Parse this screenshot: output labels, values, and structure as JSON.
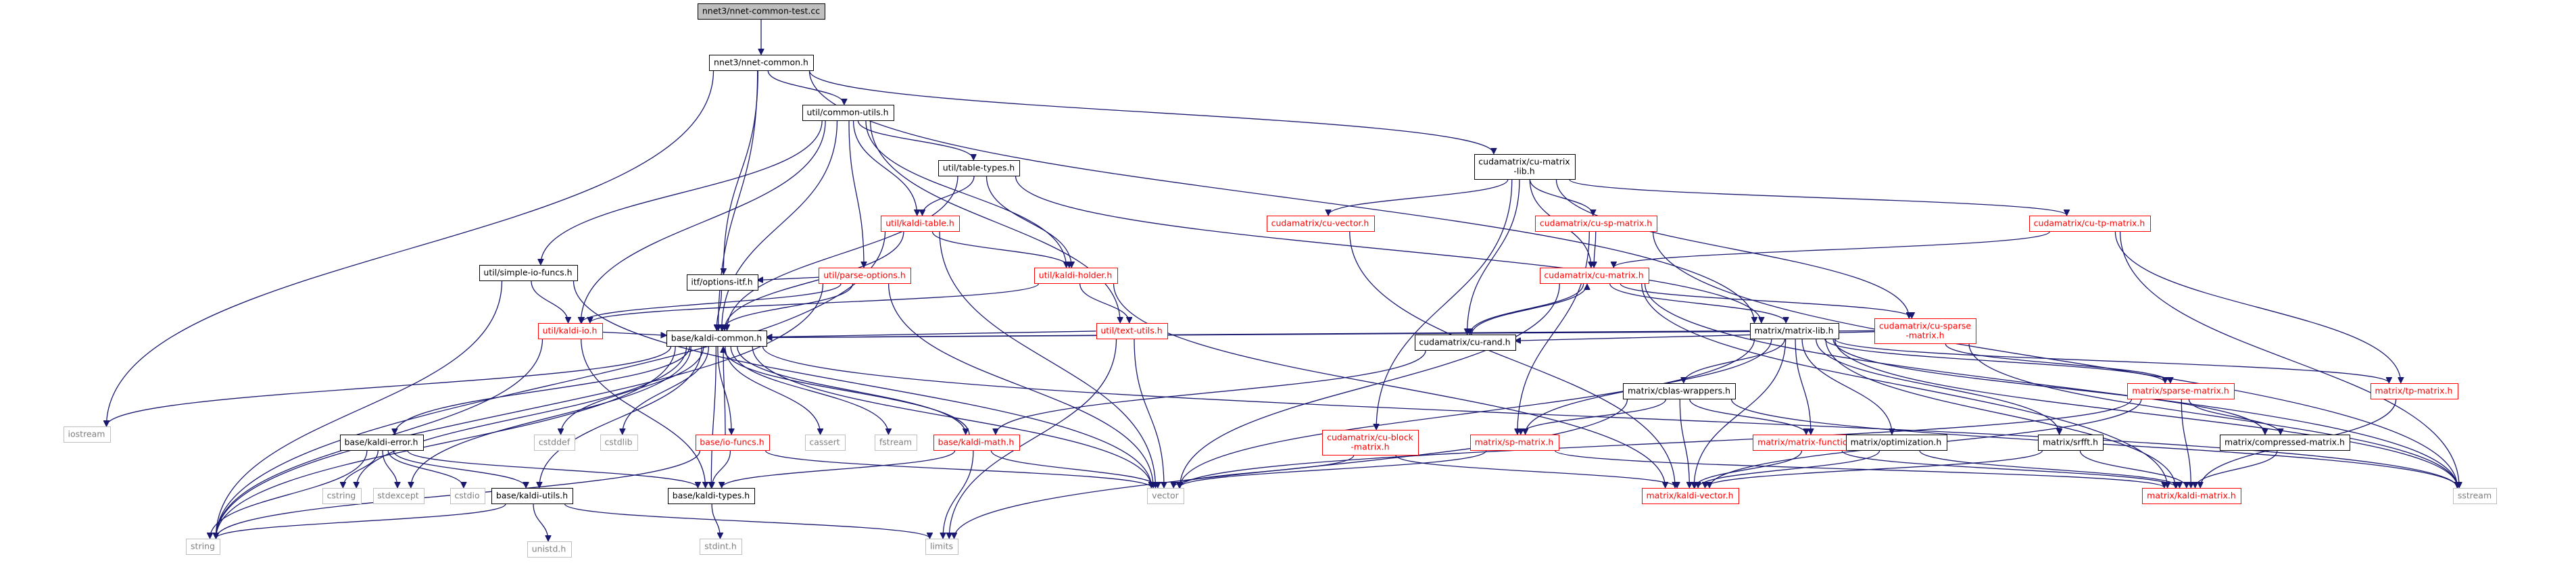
{
  "title": "nnet3/nnet-common-test.cc",
  "colors": {
    "root_fill": "#bfbfbf",
    "node_stroke": "#000000",
    "missing_stroke": "#bfbfbf",
    "linked_stroke": "#ff0000",
    "linked_text": "#ff0000",
    "text": "#000000",
    "muted_text": "#7f7f7f",
    "edge": "#191970"
  },
  "nodes": {
    "root": {
      "label": "nnet3/nnet-common-test.cc",
      "style": "root"
    },
    "nnetcommon": {
      "label": "nnet3/nnet-common.h",
      "style": "plain"
    },
    "iostream": {
      "label": "iostream",
      "style": "missing"
    },
    "commonutils": {
      "label": "util/common-utils.h",
      "style": "plain"
    },
    "kaldicommon": {
      "label": "base/kaldi-common.h",
      "style": "plain"
    },
    "optionsitf": {
      "label": "itf/options-itf.h",
      "style": "plain"
    },
    "cumatrixlib": {
      "label": [
        "cudamatrix/cu-matrix",
        "-lib.h"
      ],
      "style": "plain"
    },
    "simpleio": {
      "label": "util/simple-io-funcs.h",
      "style": "plain"
    },
    "tabletypes": {
      "label": "util/table-types.h",
      "style": "plain"
    },
    "kalditable": {
      "label": "util/kaldi-table.h",
      "style": "linked"
    },
    "parseoptions": {
      "label": "util/parse-options.h",
      "style": "linked"
    },
    "kaldiholder": {
      "label": "util/kaldi-holder.h",
      "style": "linked"
    },
    "kaldiio": {
      "label": "util/kaldi-io.h",
      "style": "linked"
    },
    "texttutils": {
      "label": "util/text-utils.h",
      "style": "linked"
    },
    "cuvector": {
      "label": "cudamatrix/cu-vector.h",
      "style": "linked"
    },
    "cuspmatrix": {
      "label": "cudamatrix/cu-sp-matrix.h",
      "style": "linked"
    },
    "cutpmatrix": {
      "label": "cudamatrix/cu-tp-matrix.h",
      "style": "linked"
    },
    "cumatrix": {
      "label": "cudamatrix/cu-matrix.h",
      "style": "linked"
    },
    "matrixlib": {
      "label": "matrix/matrix-lib.h",
      "style": "plain"
    },
    "cusparse": {
      "label": [
        "cudamatrix/cu-sparse",
        "-matrix.h"
      ],
      "style": "linked"
    },
    "curand": {
      "label": "cudamatrix/cu-rand.h",
      "style": "plain"
    },
    "cblas": {
      "label": "matrix/cblas-wrappers.h",
      "style": "plain"
    },
    "sparsematrix": {
      "label": "matrix/sparse-matrix.h",
      "style": "linked"
    },
    "tpmatrix": {
      "label": "matrix/tp-matrix.h",
      "style": "linked"
    },
    "cublock": {
      "label": [
        "cudamatrix/cu-block",
        "-matrix.h"
      ],
      "style": "linked"
    },
    "spmatrix": {
      "label": "matrix/sp-matrix.h",
      "style": "linked"
    },
    "matrixfunctions": {
      "label": "matrix/matrix-functions.h",
      "style": "linked"
    },
    "optimization": {
      "label": "matrix/optimization.h",
      "style": "plain"
    },
    "srfft": {
      "label": "matrix/srfft.h",
      "style": "plain"
    },
    "compressedmatrix": {
      "label": "matrix/compressed-matrix.h",
      "style": "plain"
    },
    "kaldivector": {
      "label": "matrix/kaldi-vector.h",
      "style": "linked"
    },
    "kaldimatrix": {
      "label": "matrix/kaldi-matrix.h",
      "style": "linked"
    },
    "sstream": {
      "label": "sstream",
      "style": "missing"
    },
    "kaldierror": {
      "label": "base/kaldi-error.h",
      "style": "plain"
    },
    "cstddef": {
      "label": "cstddef",
      "style": "missing"
    },
    "cstdlib": {
      "label": "cstdlib",
      "style": "missing"
    },
    "iofuncs": {
      "label": "base/io-funcs.h",
      "style": "linked"
    },
    "cassert": {
      "label": "cassert",
      "style": "missing"
    },
    "fstream": {
      "label": "fstream",
      "style": "missing"
    },
    "kaldimath": {
      "label": "base/kaldi-math.h",
      "style": "linked"
    },
    "cstring": {
      "label": "cstring",
      "style": "missing"
    },
    "stdexcept": {
      "label": "stdexcept",
      "style": "missing"
    },
    "cstdio": {
      "label": "cstdio",
      "style": "missing"
    },
    "kaldiutils": {
      "label": "base/kaldi-utils.h",
      "style": "plain"
    },
    "kalditypes": {
      "label": "base/kaldi-types.h",
      "style": "plain"
    },
    "vector": {
      "label": "vector",
      "style": "missing"
    },
    "string": {
      "label": "string",
      "style": "missing"
    },
    "limits": {
      "label": "limits",
      "style": "missing"
    },
    "unistd": {
      "label": "unistd.h",
      "style": "missing"
    },
    "stdint": {
      "label": "stdint.h",
      "style": "missing"
    }
  },
  "edges": [
    [
      "root",
      "nnetcommon"
    ],
    [
      "nnetcommon",
      "iostream"
    ],
    [
      "nnetcommon",
      "commonutils"
    ],
    [
      "nnetcommon",
      "kaldicommon"
    ],
    [
      "nnetcommon",
      "optionsitf"
    ],
    [
      "nnetcommon",
      "cumatrixlib"
    ],
    [
      "nnetcommon",
      "matrixlib"
    ],
    [
      "commonutils",
      "kaldicommon"
    ],
    [
      "commonutils",
      "simpleio"
    ],
    [
      "commonutils",
      "kaldiio"
    ],
    [
      "commonutils",
      "kalditable"
    ],
    [
      "commonutils",
      "tabletypes"
    ],
    [
      "commonutils",
      "parseoptions"
    ],
    [
      "commonutils",
      "kaldiholder"
    ],
    [
      "commonutils",
      "texttutils"
    ],
    [
      "tabletypes",
      "kalditable"
    ],
    [
      "tabletypes",
      "kaldiholder"
    ],
    [
      "tabletypes",
      "kaldicommon"
    ],
    [
      "tabletypes",
      "matrixlib"
    ],
    [
      "kalditable",
      "string"
    ],
    [
      "kalditable",
      "kaldiholder"
    ],
    [
      "kalditable",
      "kaldicommon"
    ],
    [
      "kalditable",
      "vector"
    ],
    [
      "parseoptions",
      "optionsitf"
    ],
    [
      "parseoptions",
      "kaldiio"
    ],
    [
      "parseoptions",
      "kaldicommon"
    ],
    [
      "parseoptions",
      "string"
    ],
    [
      "parseoptions",
      "vector"
    ],
    [
      "kaldiholder",
      "texttutils"
    ],
    [
      "kaldiholder",
      "kaldiio"
    ],
    [
      "kaldiholder",
      "kaldivector"
    ],
    [
      "simpleio",
      "kaldiio"
    ],
    [
      "simpleio",
      "string"
    ],
    [
      "simpleio",
      "vector"
    ],
    [
      "kaldiio",
      "kaldicommon"
    ],
    [
      "kaldiio",
      "string"
    ],
    [
      "kaldiio",
      "kalditypes"
    ],
    [
      "texttutils",
      "kaldicommon"
    ],
    [
      "texttutils",
      "vector"
    ],
    [
      "texttutils",
      "limits"
    ],
    [
      "optionsitf",
      "kaldicommon"
    ],
    [
      "cumatrixlib",
      "cuvector"
    ],
    [
      "cumatrixlib",
      "cuspmatrix"
    ],
    [
      "cumatrixlib",
      "cutpmatrix"
    ],
    [
      "cumatrixlib",
      "cumatrix"
    ],
    [
      "cumatrixlib",
      "curand"
    ],
    [
      "cumatrixlib",
      "cublock"
    ],
    [
      "cumatrixlib",
      "cusparse"
    ],
    [
      "cuvector",
      "kaldivector"
    ],
    [
      "cuspmatrix",
      "cumatrix"
    ],
    [
      "cuspmatrix",
      "spmatrix"
    ],
    [
      "cuspmatrix",
      "sstream"
    ],
    [
      "cutpmatrix",
      "cumatrix"
    ],
    [
      "cutpmatrix",
      "tpmatrix"
    ],
    [
      "cutpmatrix",
      "sstream"
    ],
    [
      "cumatrix",
      "matrixlib"
    ],
    [
      "cumatrix",
      "curand"
    ],
    [
      "cumatrix",
      "cusparse"
    ],
    [
      "cumatrix",
      "sstream"
    ],
    [
      "cumatrix",
      "vector"
    ],
    [
      "cumatrix",
      "kaldimatrix"
    ],
    [
      "cusparse",
      "sparsematrix"
    ],
    [
      "cusparse",
      "kaldicommon"
    ],
    [
      "cusparse",
      "curand"
    ],
    [
      "cusparse",
      "sstream"
    ],
    [
      "curand",
      "cumatrix"
    ],
    [
      "curand",
      "kaldimath"
    ],
    [
      "cublock",
      "vector"
    ],
    [
      "cublock",
      "kaldivector"
    ],
    [
      "matrixlib",
      "kaldicommon"
    ],
    [
      "matrixlib",
      "cblas"
    ],
    [
      "matrixlib",
      "matrixfunctions"
    ],
    [
      "matrixlib",
      "optimization"
    ],
    [
      "matrixlib",
      "srfft"
    ],
    [
      "matrixlib",
      "sparsematrix"
    ],
    [
      "matrixlib",
      "tpmatrix"
    ],
    [
      "matrixlib",
      "spmatrix"
    ],
    [
      "matrixlib",
      "kaldivector"
    ],
    [
      "matrixlib",
      "kaldimatrix"
    ],
    [
      "matrixlib",
      "compressedmatrix"
    ],
    [
      "matrixlib",
      "vector"
    ],
    [
      "matrixlib",
      "sstream"
    ],
    [
      "cblas",
      "limits"
    ],
    [
      "cblas",
      "kaldivector"
    ],
    [
      "cblas",
      "matrixfunctions"
    ],
    [
      "cblas",
      "spmatrix"
    ],
    [
      "cblas",
      "sstream"
    ],
    [
      "sparsematrix",
      "compressedmatrix"
    ],
    [
      "sparsematrix",
      "kaldimatrix"
    ],
    [
      "sparsematrix",
      "kaldivector"
    ],
    [
      "sparsematrix",
      "vector"
    ],
    [
      "tpmatrix",
      "kaldimatrix"
    ],
    [
      "spmatrix",
      "vector"
    ],
    [
      "spmatrix",
      "kaldimatrix"
    ],
    [
      "matrixfunctions",
      "kaldivector"
    ],
    [
      "matrixfunctions",
      "kaldimatrix"
    ],
    [
      "optimization",
      "kaldivector"
    ],
    [
      "optimization",
      "kaldimatrix"
    ],
    [
      "srfft",
      "kaldivector"
    ],
    [
      "srfft",
      "kaldimatrix"
    ],
    [
      "compressedmatrix",
      "kaldimatrix"
    ],
    [
      "kaldicommon",
      "iostream"
    ],
    [
      "kaldicommon",
      "string"
    ],
    [
      "kaldicommon",
      "cstring"
    ],
    [
      "kaldicommon",
      "stdexcept"
    ],
    [
      "kaldicommon",
      "kaldierror"
    ],
    [
      "kaldicommon",
      "cstddef"
    ],
    [
      "kaldicommon",
      "cstdlib"
    ],
    [
      "kaldicommon",
      "iofuncs"
    ],
    [
      "kaldicommon",
      "cassert"
    ],
    [
      "kaldicommon",
      "fstream"
    ],
    [
      "kaldicommon",
      "kaldimath"
    ],
    [
      "kaldicommon",
      "kaldiutils"
    ],
    [
      "kaldicommon",
      "kalditypes"
    ],
    [
      "kaldicommon",
      "vector"
    ],
    [
      "kaldicommon",
      "sstream"
    ],
    [
      "kaldierror",
      "string"
    ],
    [
      "kaldierror",
      "cstring"
    ],
    [
      "kaldierror",
      "stdexcept"
    ],
    [
      "kaldierror",
      "cstdio"
    ],
    [
      "kaldierror",
      "kalditypes"
    ],
    [
      "kaldierror",
      "kaldiutils"
    ],
    [
      "iofuncs",
      "kaldicommon"
    ],
    [
      "iofuncs",
      "kalditypes"
    ],
    [
      "iofuncs",
      "string"
    ],
    [
      "iofuncs",
      "vector"
    ],
    [
      "kaldimath",
      "kaldicommon"
    ],
    [
      "kaldimath",
      "kalditypes"
    ],
    [
      "kaldimath",
      "limits"
    ],
    [
      "kaldimath",
      "vector"
    ],
    [
      "kaldiutils",
      "string"
    ],
    [
      "kaldiutils",
      "limits"
    ],
    [
      "kaldiutils",
      "unistd"
    ],
    [
      "kalditypes",
      "stdint"
    ]
  ]
}
